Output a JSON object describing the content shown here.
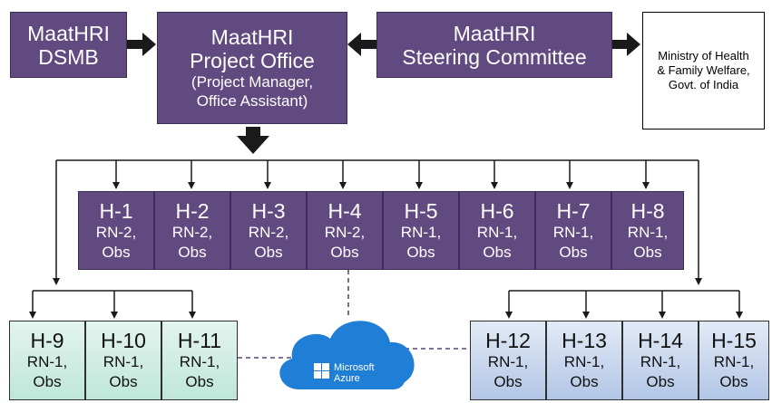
{
  "top": {
    "dsmb": {
      "line1": "MaatHRI",
      "line2": "DSMB"
    },
    "project_office": {
      "line1": "MaatHRI",
      "line2": "Project Office",
      "line3": "(Project Manager,",
      "line4": "Office Assistant)"
    },
    "steering": {
      "line1": "MaatHRI",
      "line2": "Steering Committee"
    },
    "ministry": {
      "line1": "Ministry of Health",
      "line2": "& Family Welfare,",
      "line3": "Govt. of India"
    }
  },
  "hospitals_row1": [
    {
      "name": "H-1",
      "staff": "RN-2,",
      "obs": "Obs"
    },
    {
      "name": "H-2",
      "staff": "RN-2,",
      "obs": "Obs"
    },
    {
      "name": "H-3",
      "staff": "RN-2,",
      "obs": "Obs"
    },
    {
      "name": "H-4",
      "staff": "RN-2,",
      "obs": "Obs"
    },
    {
      "name": "H-5",
      "staff": "RN-1,",
      "obs": "Obs"
    },
    {
      "name": "H-6",
      "staff": "RN-1,",
      "obs": "Obs"
    },
    {
      "name": "H-7",
      "staff": "RN-1,",
      "obs": "Obs"
    },
    {
      "name": "H-8",
      "staff": "RN-1,",
      "obs": "Obs"
    }
  ],
  "hospitals_left": [
    {
      "name": "H-9",
      "staff": "RN-1,",
      "obs": "Obs"
    },
    {
      "name": "H-10",
      "staff": "RN-1,",
      "obs": "Obs"
    },
    {
      "name": "H-11",
      "staff": "RN-1,",
      "obs": "Obs"
    }
  ],
  "hospitals_right": [
    {
      "name": "H-12",
      "staff": "RN-1,",
      "obs": "Obs"
    },
    {
      "name": "H-13",
      "staff": "RN-1,",
      "obs": "Obs"
    },
    {
      "name": "H-14",
      "staff": "RN-1,",
      "obs": "Obs"
    },
    {
      "name": "H-15",
      "staff": "RN-1,",
      "obs": "Obs"
    }
  ],
  "cloud": {
    "line1": "Microsoft",
    "line2": "Azure",
    "color": "#1f7ed6"
  },
  "colors": {
    "purple": "#614a80",
    "green": "#bfe6d9",
    "blue": "#b2c6e6",
    "dashed": "#5a4577"
  }
}
